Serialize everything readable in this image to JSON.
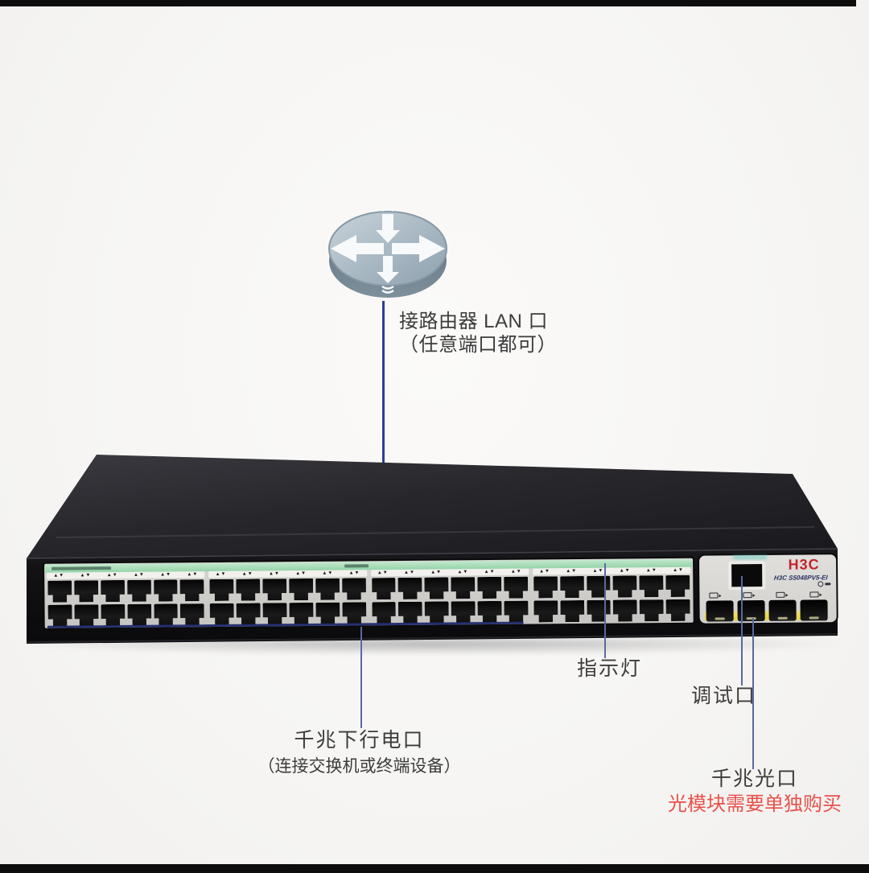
{
  "router": {
    "label_line1": "接路由器 LAN 口",
    "label_line2": "（任意端口都可）"
  },
  "switch": {
    "brand": "H3C",
    "model": "H3C S5048PV5-EI",
    "port_groups": 4,
    "port_columns_per_group": 6,
    "port_rows": 2,
    "sfp_ports": 4,
    "triangle_mark": "▲▼"
  },
  "callouts": {
    "indicator": "指示灯",
    "console": "调试口",
    "downlink_line1": "千兆下行电口",
    "downlink_line2": "（连接交换机或终端设备）",
    "sfp_line1": "千兆光口",
    "sfp_line2": "光模块需要单独购买"
  },
  "colors": {
    "annotation_blue": "#2e3d92",
    "callout_line": "#5a69a2",
    "underline_blue": "#1f2a6d",
    "label_text": "#3c3c3c",
    "warning_red": "#e8524b",
    "led_green_light": "#c2e8cd",
    "led_green": "#96d4a8",
    "brand_red": "#c2242c",
    "sfp_yellow": "#e6d34b"
  }
}
